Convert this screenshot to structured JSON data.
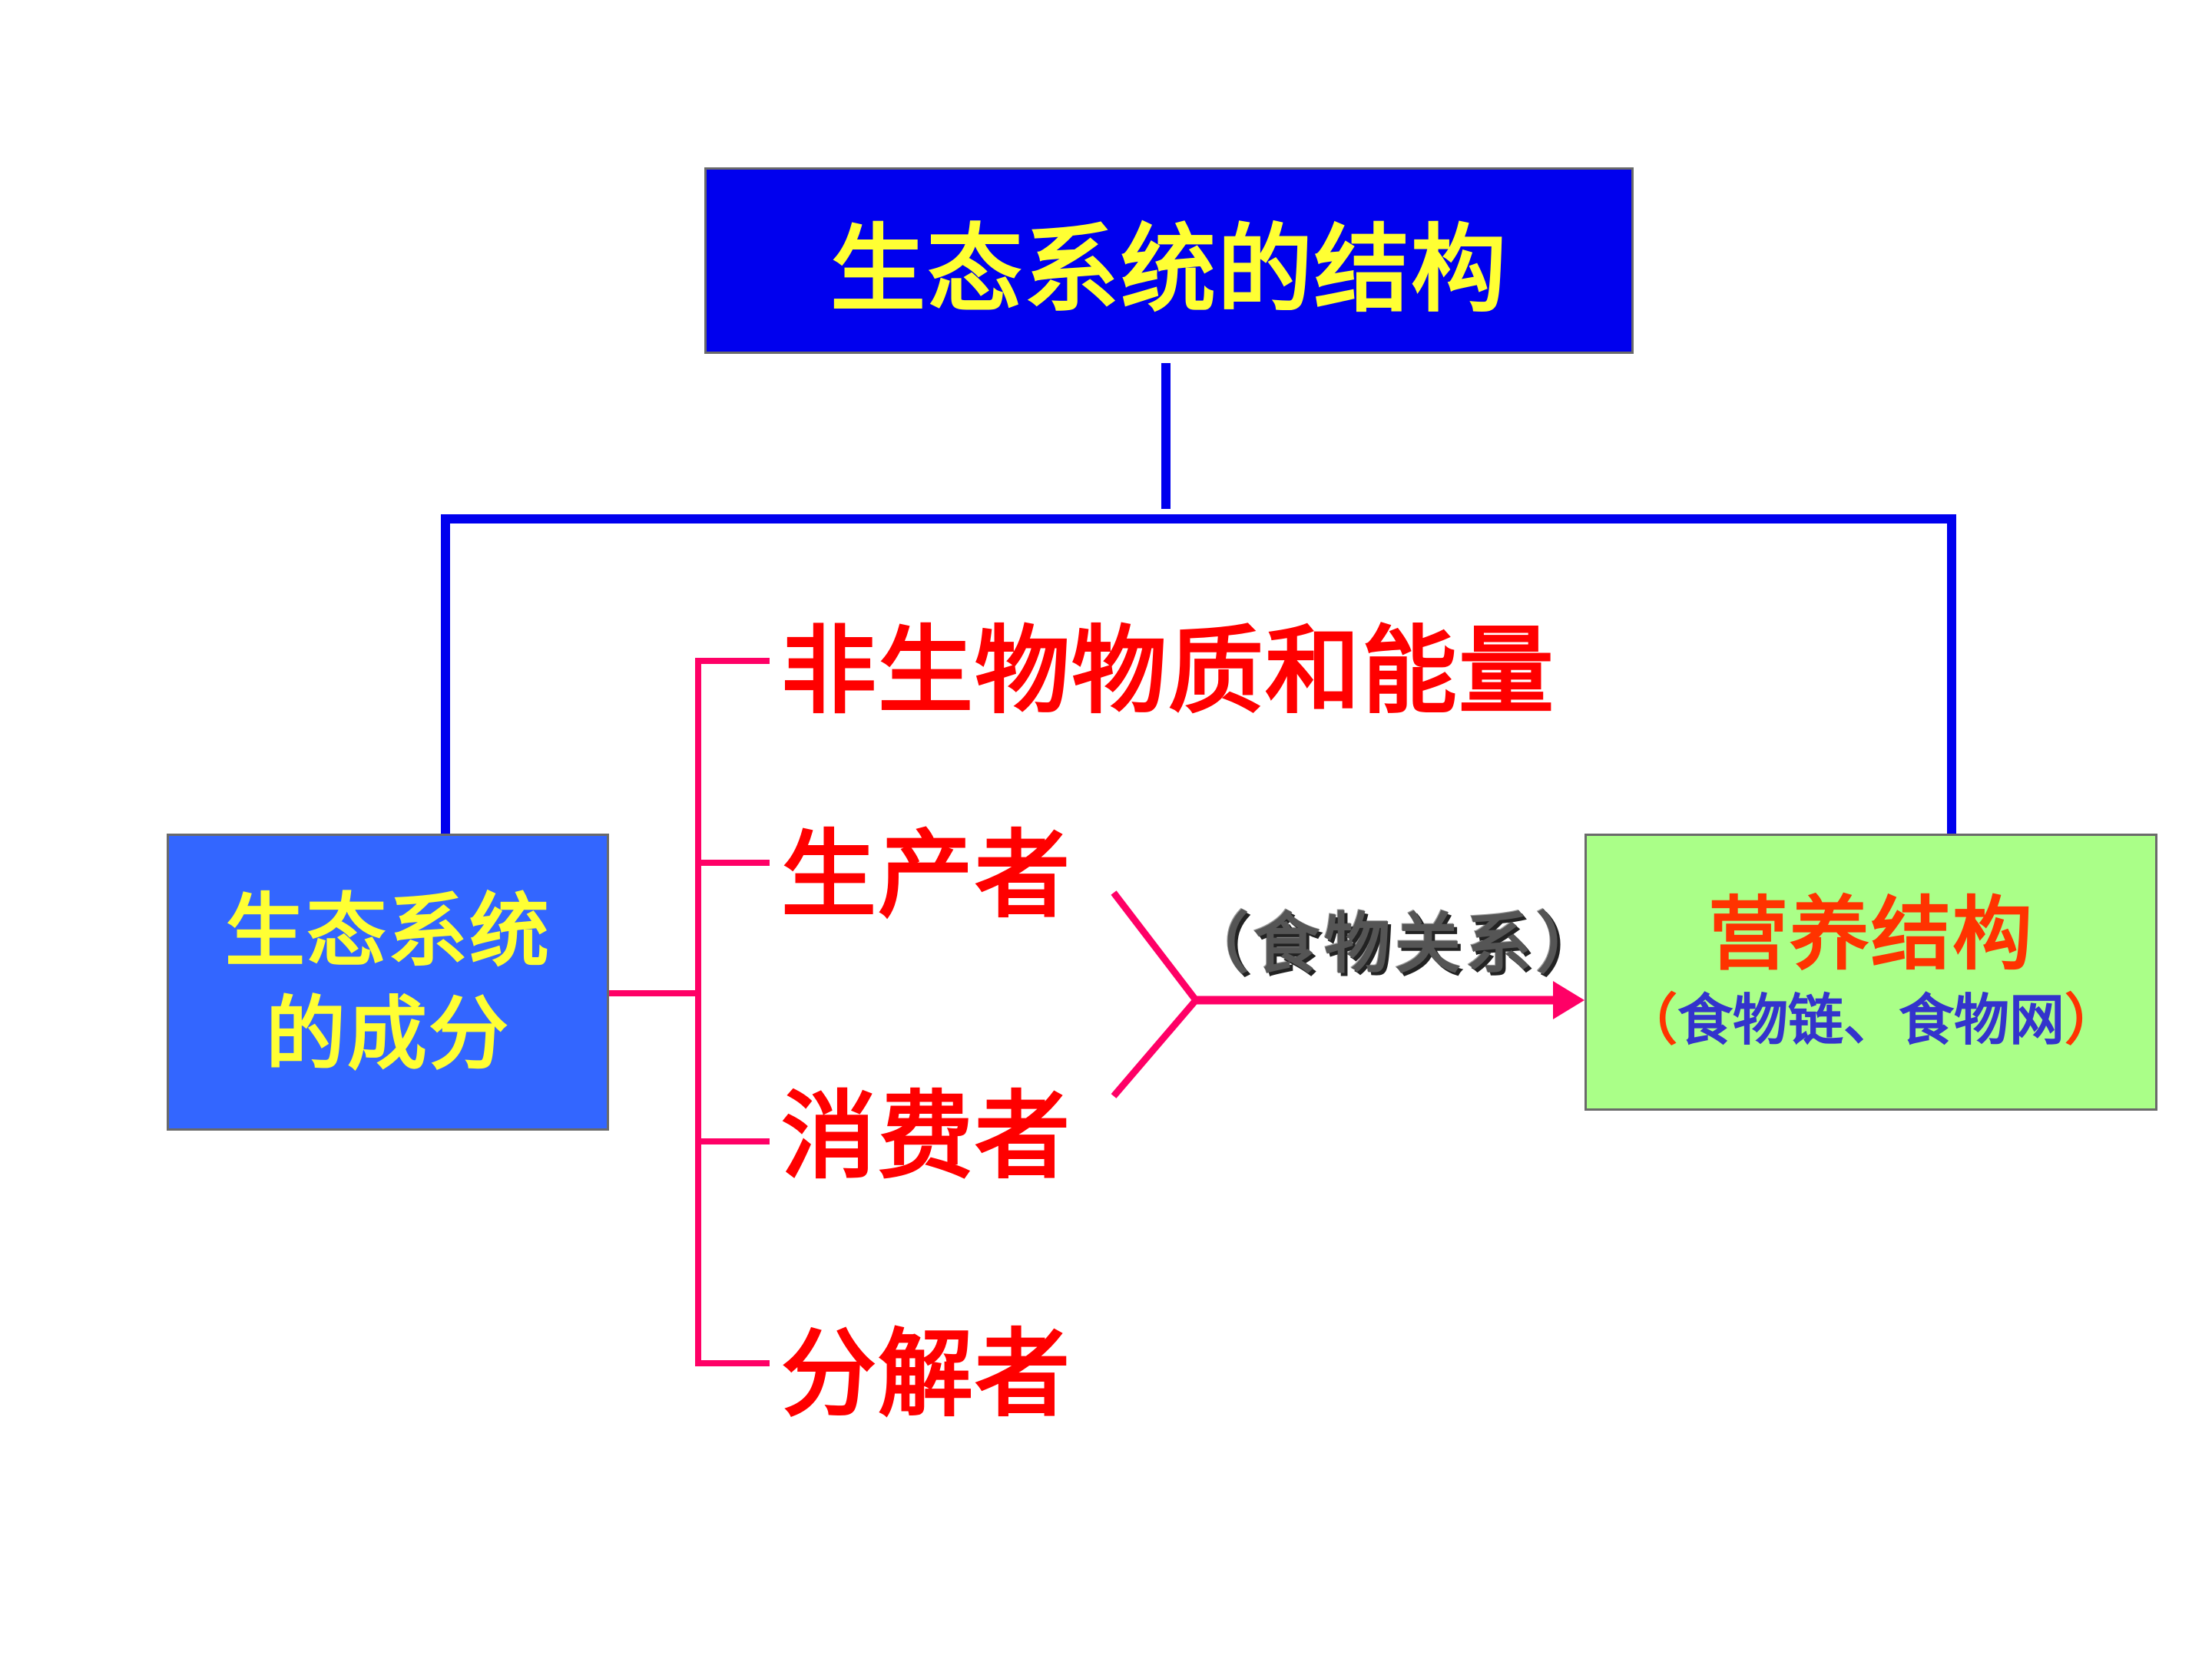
{
  "title": "生态系统的结构",
  "components_box": {
    "line1": "生态系统",
    "line2": "的成分"
  },
  "components": [
    {
      "label": "非生物物质和能量"
    },
    {
      "label": "生产者"
    },
    {
      "label": "消费者"
    },
    {
      "label": "分解者"
    }
  ],
  "relation_label": "（食物关系）",
  "trophic_box": {
    "title": "营养结构",
    "paren_open": "（",
    "detail": "食物链、食物网",
    "paren_close": "）"
  },
  "colors": {
    "title_box_bg": "#0000ee",
    "title_text": "#ffff33",
    "components_box_bg": "#3366ff",
    "trophic_box_bg": "#aaff88",
    "component_text": "#ff0000",
    "trophic_title": "#ff3300",
    "trophic_detail": "#3333cc",
    "blue_connector": "#0000ee",
    "pink_connector": "#ff0066"
  }
}
